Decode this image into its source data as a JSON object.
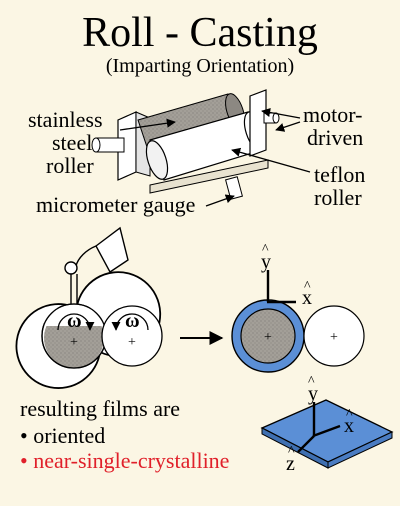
{
  "title": "Roll - Casting",
  "subtitle": "(Imparting Orientation)",
  "labels": {
    "stainless_1": "stainless",
    "stainless_2": "steel",
    "stainless_3": "roller",
    "motor_1": "motor-",
    "motor_2": "driven",
    "teflon_1": "teflon",
    "teflon_2": "roller",
    "micrometer": "micrometer gauge"
  },
  "process": {
    "omega_left": "ω",
    "omega_right": "ω",
    "plus": "+"
  },
  "axes_roll": {
    "y": "y",
    "x": "x",
    "hat": "^"
  },
  "axes_film": {
    "y": "y",
    "x": "x",
    "z": "z",
    "hat": "^"
  },
  "results": {
    "heading": "resulting films are",
    "items": [
      {
        "text": "• oriented",
        "color": "#000000"
      },
      {
        "text": "• near-single-crystalline",
        "color": "#e0202a"
      }
    ]
  },
  "colors": {
    "background": "#fbf6e4",
    "steel_roller": "#9e9a94",
    "film_blue": "#5b8fd6",
    "highlight_red": "#e0202a"
  }
}
